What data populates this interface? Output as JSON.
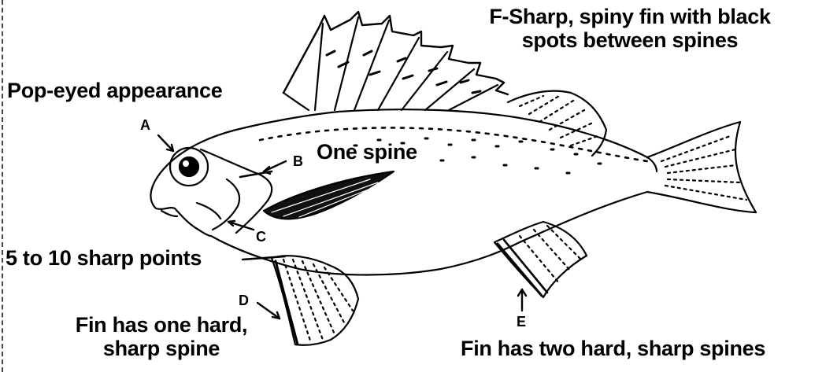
{
  "labels": {
    "f_sharp_line1": "F-Sharp, spiny fin with black",
    "f_sharp_line2": "spots between spines",
    "pop_eyed": "Pop-eyed appearance",
    "letter_a": "A",
    "letter_b": "B",
    "one_spine": "One spine",
    "five_to_ten": "5 to 10 sharp points",
    "letter_c": "C",
    "letter_d": "D",
    "fin_one_hard_line1": "Fin has one hard,",
    "fin_one_hard_line2": "sharp spine",
    "letter_e": "E",
    "fin_two_hard": "Fin has two hard, sharp spines"
  },
  "colors": {
    "ink": "#000000",
    "paper": "#ffffff"
  }
}
